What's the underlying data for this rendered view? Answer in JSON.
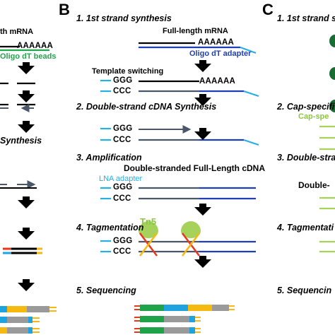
{
  "panels": {
    "A": "",
    "B": "B",
    "C": "C"
  },
  "panel_a": {
    "mrna_label": "th mRNA",
    "polya": "AAAAAA",
    "beads_label": "Oligo dT beads",
    "step_synthesis": "Synthesis"
  },
  "panel_b": {
    "step1": "1. 1st strand synthesis",
    "full_length_mrna": "Full-length mRNA",
    "polya_1": "AAAAAA",
    "oligo_dt_adapter": "Oligo dT adapter",
    "template_switching": "Template switching",
    "ggg_1": "GGG",
    "ccc_1": "CCC",
    "polya_2": "AAAAAA",
    "step2": "2. Double-strand cDNA Synthesis",
    "ggg_2": "GGG",
    "ccc_2": "CCC",
    "step3": "3. Amplification",
    "ds_full_length": "Double-stranded Full-Length cDNA",
    "lna_adapter": "LNA adapter",
    "ggg_3": "GGG",
    "ccc_3": "CCC",
    "step4": "4. Tagmentation",
    "tn5": "Tn5",
    "ggg_4": "GGG",
    "ccc_4": "CCC",
    "step5": "5. Sequencing"
  },
  "panel_c": {
    "step1": "1. 1st strand s",
    "step2": "2. Cap-specifi",
    "cap_label": "Cap-spe",
    "step3": "3. Double-stra",
    "double_label": "Double-",
    "step4": "4. Tagmentati",
    "step5": "5. Sequencin"
  },
  "colors": {
    "mrna": "#000000",
    "oligo_dt": "#1f3fb5",
    "adapter_cyan": "#27aee3",
    "cdna": "#4a5768",
    "beads_green": "#1fa84a",
    "tn5": "#a6d25c",
    "cut": "#e5381e",
    "read_blue": "#1fa2e0",
    "read_yellow": "#f6b90f",
    "read_gray": "#9a9a9a",
    "read_red": "#e5381e",
    "read_green": "#1ea24a"
  }
}
